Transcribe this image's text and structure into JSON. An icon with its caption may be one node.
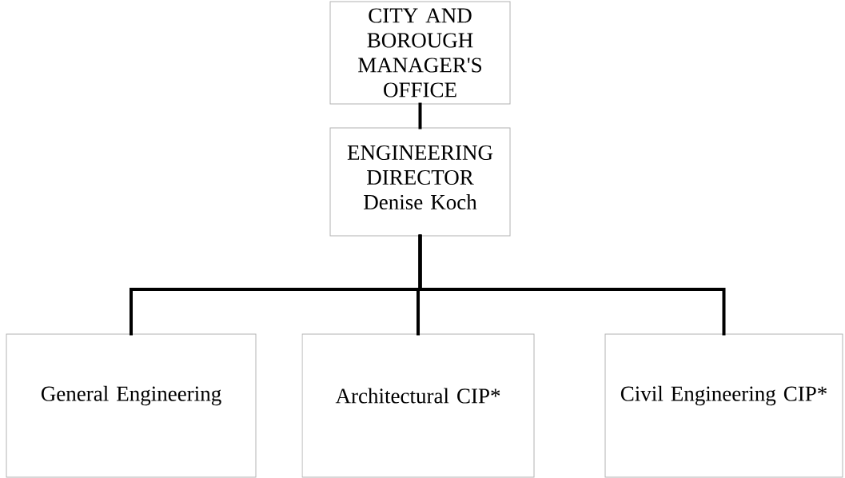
{
  "diagram": {
    "nodes": [
      {
        "text": [
          "CITY AND BOROUGH MANAGER'S OFFICE"
        ]
      },
      {
        "text": [
          "ENGINEERING DIRECTOR",
          "Denise Koch"
        ]
      },
      {
        "text": [
          "General Engineering"
        ]
      },
      {
        "text": [
          "Architectural CIP*"
        ]
      },
      {
        "text": [
          "Civil Engineering CIP*"
        ]
      }
    ],
    "edges": [
      {
        "from": 0,
        "to": 1,
        "arrow": "none"
      },
      {
        "from": 1,
        "to": 2,
        "arrow": "none"
      },
      {
        "from": 1,
        "to": 3,
        "arrow": "none"
      },
      {
        "from": 1,
        "to": 4,
        "arrow": "none"
      }
    ]
  }
}
